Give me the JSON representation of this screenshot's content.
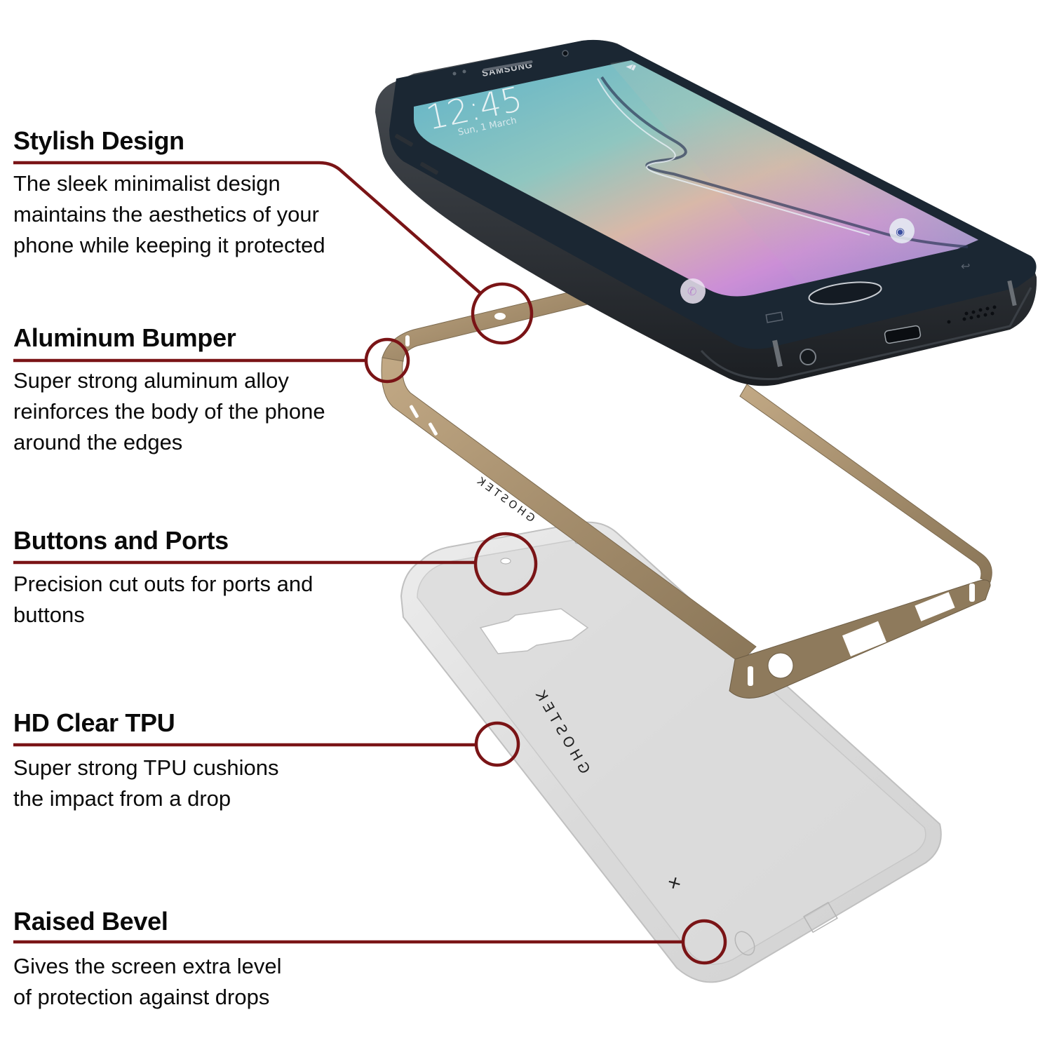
{
  "colors": {
    "accent_line": "#7a1416",
    "bumper_gold": "#a8916f",
    "phone_frame": "#1c2530",
    "tpu_case": "#d8d8d8",
    "background": "#ffffff"
  },
  "features": [
    {
      "title": "Stylish Design",
      "lines": [
        "The sleek minimalist design",
        "maintains the aesthetics of your",
        "phone while keeping it protected"
      ]
    },
    {
      "title": "Aluminum Bumper",
      "lines": [
        "Super strong aluminum alloy",
        "reinforces the body of the phone",
        "around the edges"
      ]
    },
    {
      "title": "Buttons and Ports",
      "lines": [
        "Precision cut outs for ports and",
        "buttons"
      ]
    },
    {
      "title": "HD Clear TPU",
      "lines": [
        "Super strong TPU cushions",
        "the impact from a drop"
      ]
    },
    {
      "title": "Raised Bevel",
      "lines": [
        "Gives the screen extra level",
        "of protection against drops"
      ]
    }
  ],
  "phone": {
    "brand": "SAMSUNG",
    "clock": "12:45",
    "date": "Sun, 1 March",
    "icons": [
      "phone-icon",
      "camera-icon",
      "recents-icon",
      "back-icon",
      "home-button"
    ]
  },
  "bumper": {
    "brand_text": "GHOSTEK"
  },
  "case": {
    "brand_text": "GHOSTEK"
  }
}
